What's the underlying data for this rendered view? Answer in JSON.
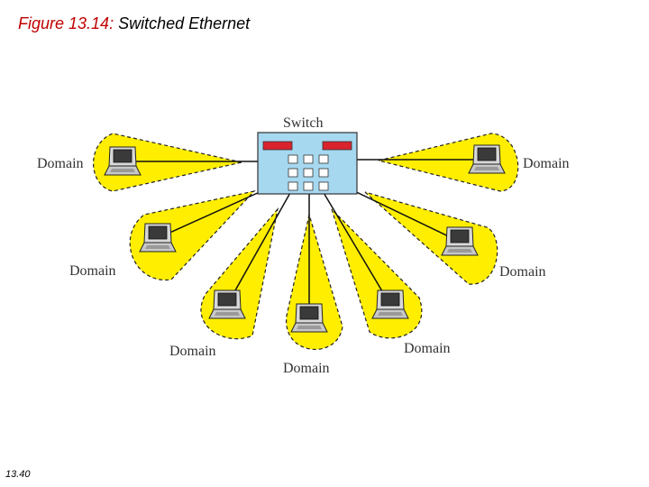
{
  "title": {
    "figure": "Figure 13.14:",
    "text": "Switched  Ethernet"
  },
  "page_number": "13.40",
  "switch_label": "Switch",
  "domain_labels": [
    "Domain",
    "Domain",
    "Domain",
    "Domain",
    "Domain",
    "Domain",
    "Domain",
    "Domain"
  ],
  "colors": {
    "domain_fill": "#ffee00",
    "switch_fill": "#a6d8f0",
    "switch_led": "#d9232d",
    "figure_label": "#c00000"
  },
  "icons": {
    "host": "laptop-icon",
    "hub": "switch-icon"
  }
}
